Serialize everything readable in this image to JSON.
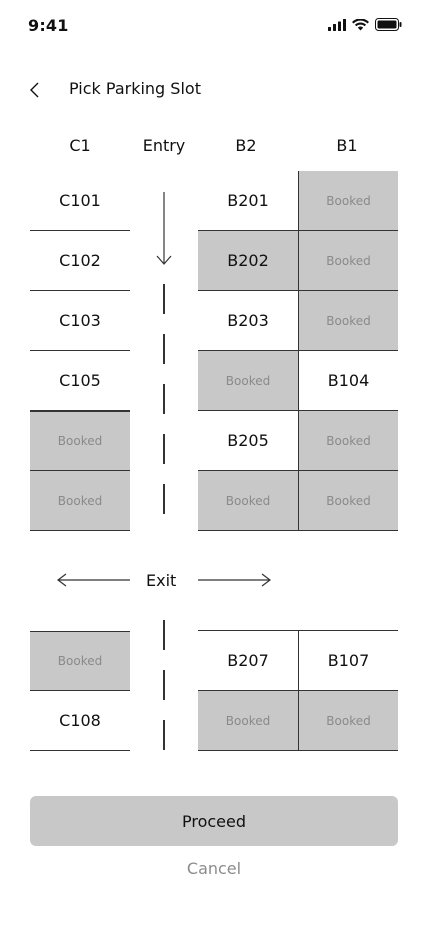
{
  "status_bar": {
    "time": "9:41"
  },
  "header": {
    "title": "Pick Parking Slot"
  },
  "columns": [
    "C1",
    "Entry",
    "B2",
    "B1"
  ],
  "exit_label": "Exit",
  "slots": {
    "C101": "C101",
    "C102": "C102",
    "C103": "C103",
    "C105": "C105",
    "C108": "C108",
    "B201": "B201",
    "B202": "B202",
    "B203": "B203",
    "B205": "B205",
    "B207": "B207",
    "B104": "B104",
    "B107": "B107"
  },
  "booked_label": "Booked",
  "actions": {
    "proceed": "Proceed",
    "cancel": "Cancel"
  }
}
